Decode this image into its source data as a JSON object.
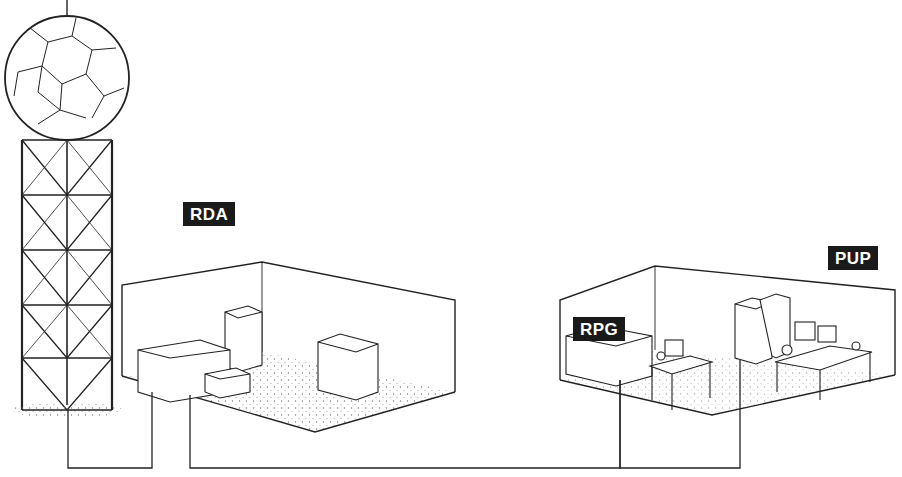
{
  "diagram": {
    "nodes": [
      {
        "text": [
          "RDA"
        ]
      },
      {
        "text": [
          "RPG"
        ]
      },
      {
        "text": [
          "PUP"
        ]
      }
    ],
    "edges": [
      {
        "from": 0,
        "to": 1,
        "arrow": "none"
      },
      {
        "from": 1,
        "to": 2,
        "arrow": "none"
      }
    ]
  }
}
